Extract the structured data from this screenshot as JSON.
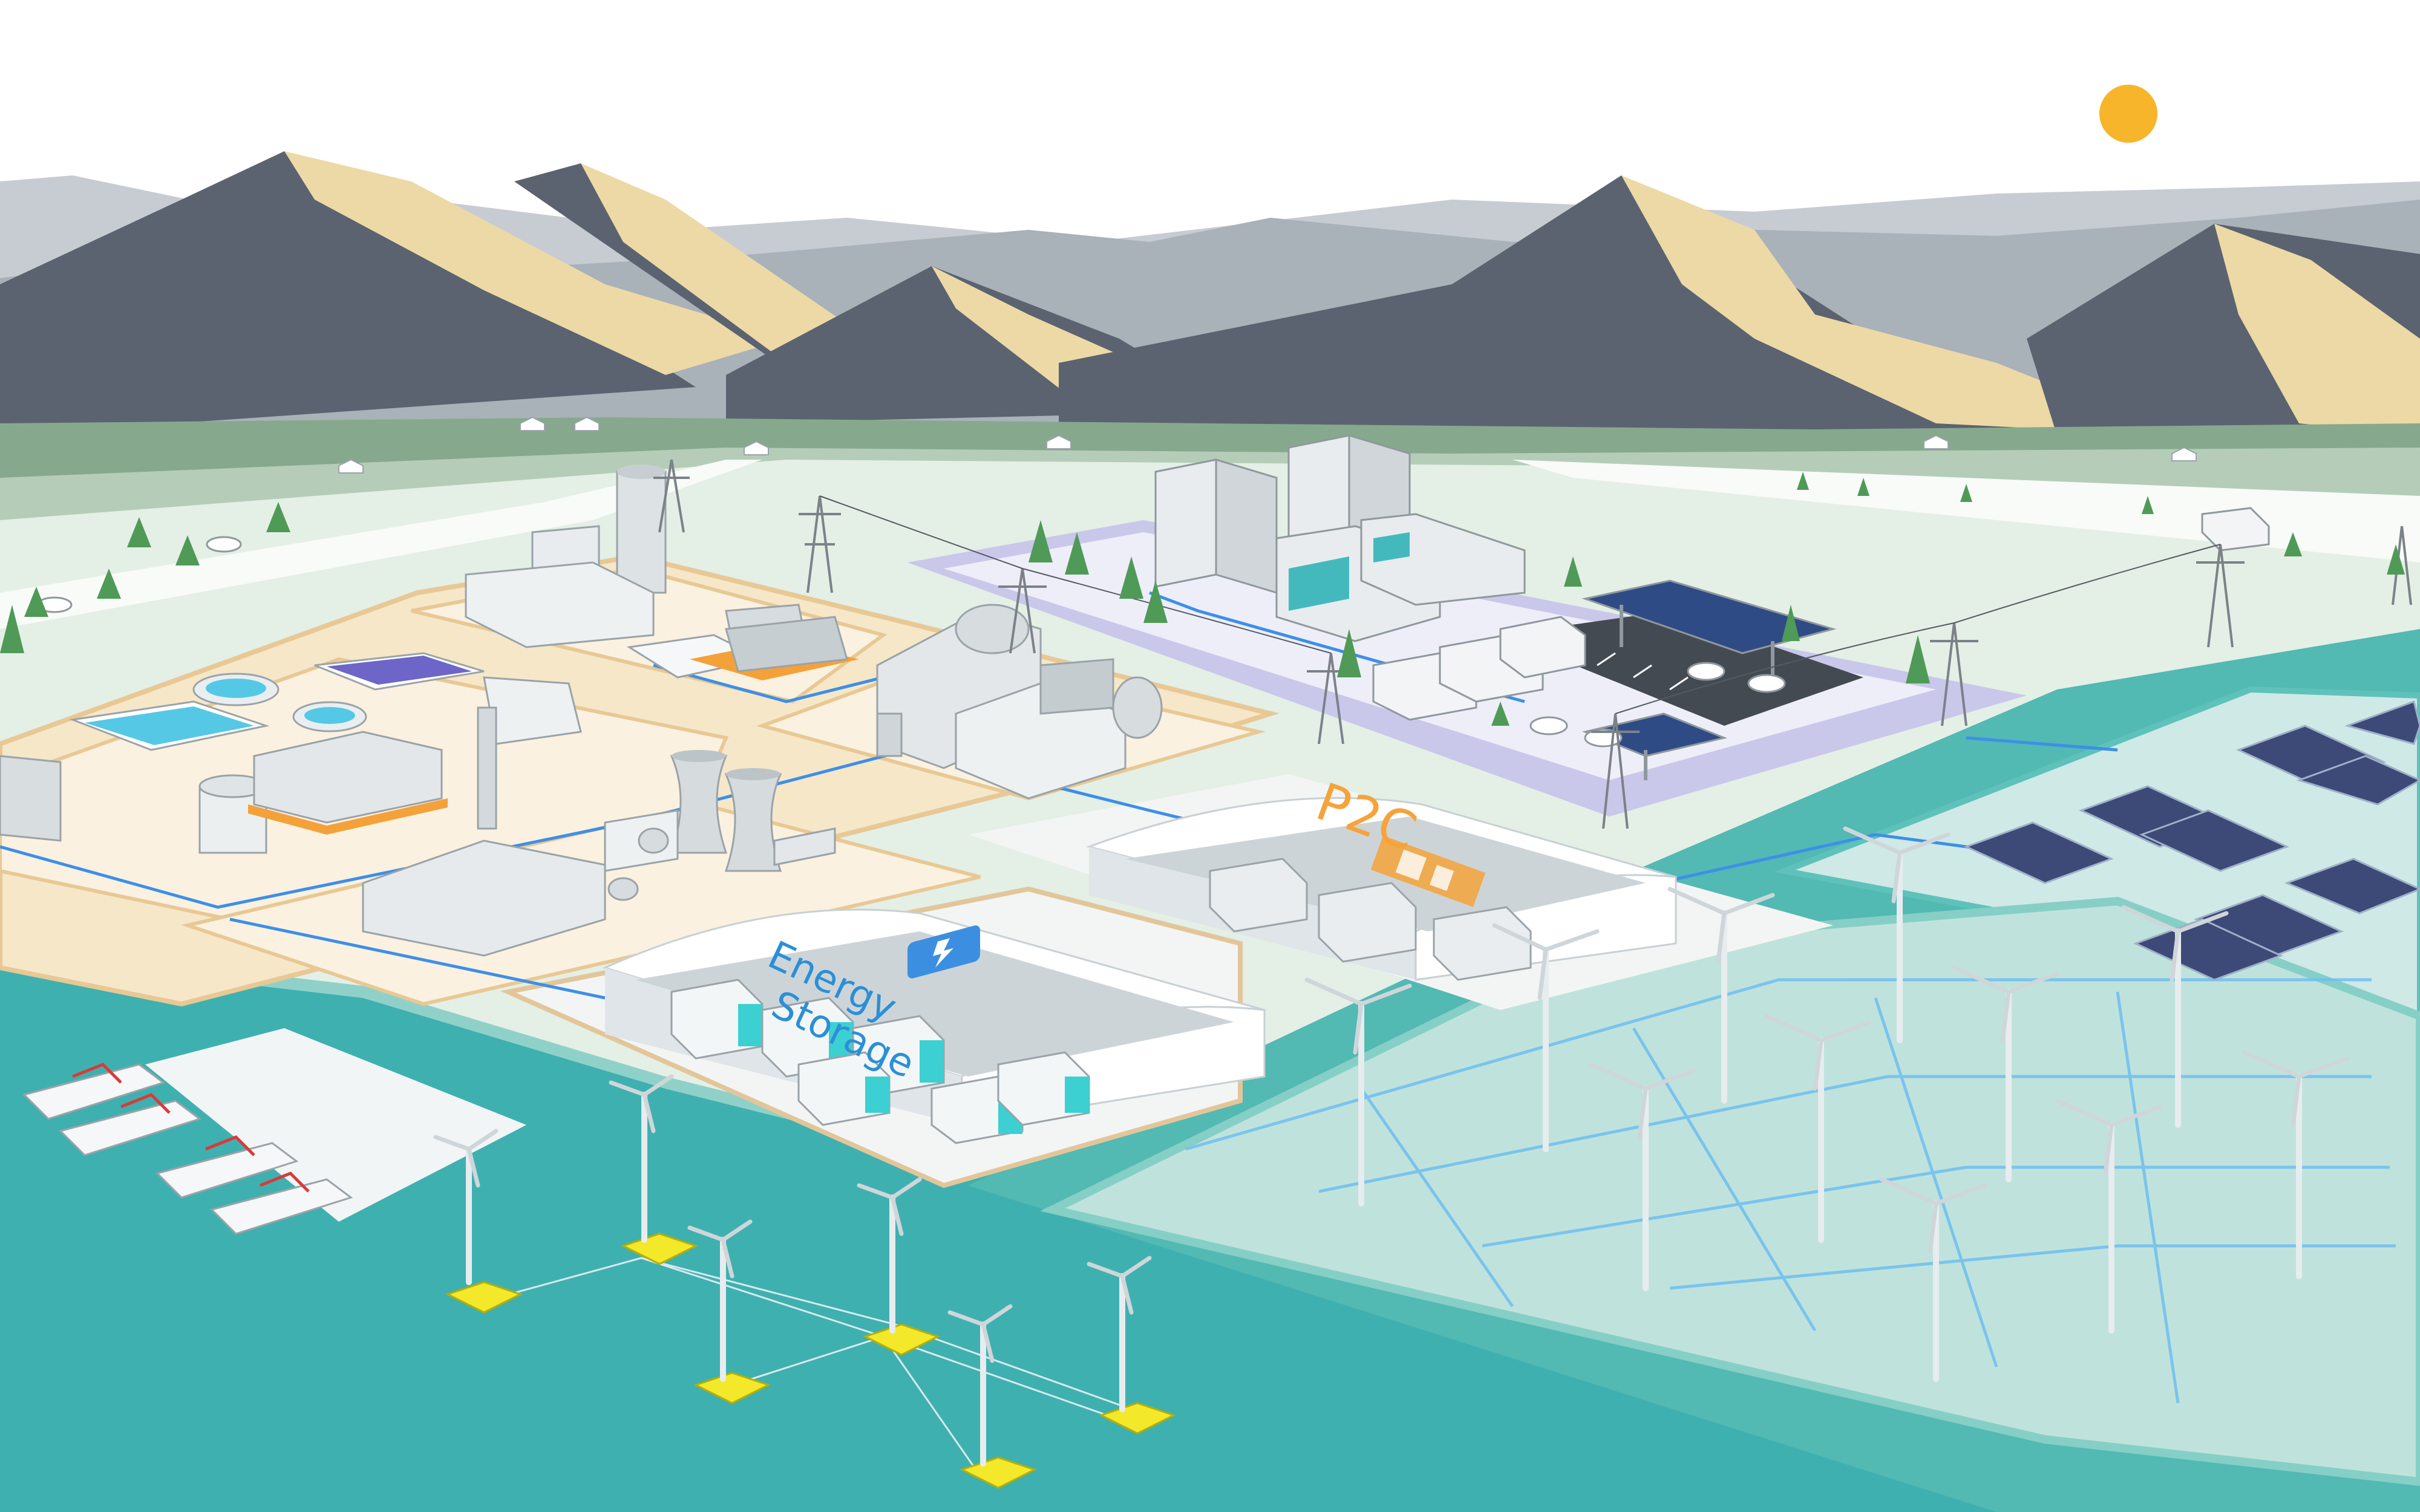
{
  "labels": {
    "energy_storage_line1": "Energy",
    "energy_storage_line2": "Storage",
    "p2c": "P2C"
  },
  "icons": [
    "sun-icon",
    "mountain-icon",
    "tree-icon",
    "wind-turbine-icon",
    "solar-panel-icon",
    "transmission-tower-icon",
    "cooling-tower-icon",
    "battery-container-icon",
    "ship-icon",
    "truck-icon",
    "car-icon",
    "ev-charger-icon",
    "building-icon",
    "lightning-icon"
  ],
  "colors": {
    "sky": "#ffffff",
    "mountain_dark": "#5b6370",
    "mountain_sand": "#ecd9a6",
    "mountain_far": "#a9b1b9",
    "land": "#e4efe6",
    "sea": "#3fb0b0",
    "shallow_sea": "#bfe3dc",
    "plant_pad": "#f6e7c9",
    "plant_border": "#e8c894",
    "campus_pad": "#c9c7ea",
    "cable": "#3d8fe8",
    "sun": "#f6b52b",
    "floater": "#f3e92a",
    "p2c_orange": "#f5a33a"
  }
}
